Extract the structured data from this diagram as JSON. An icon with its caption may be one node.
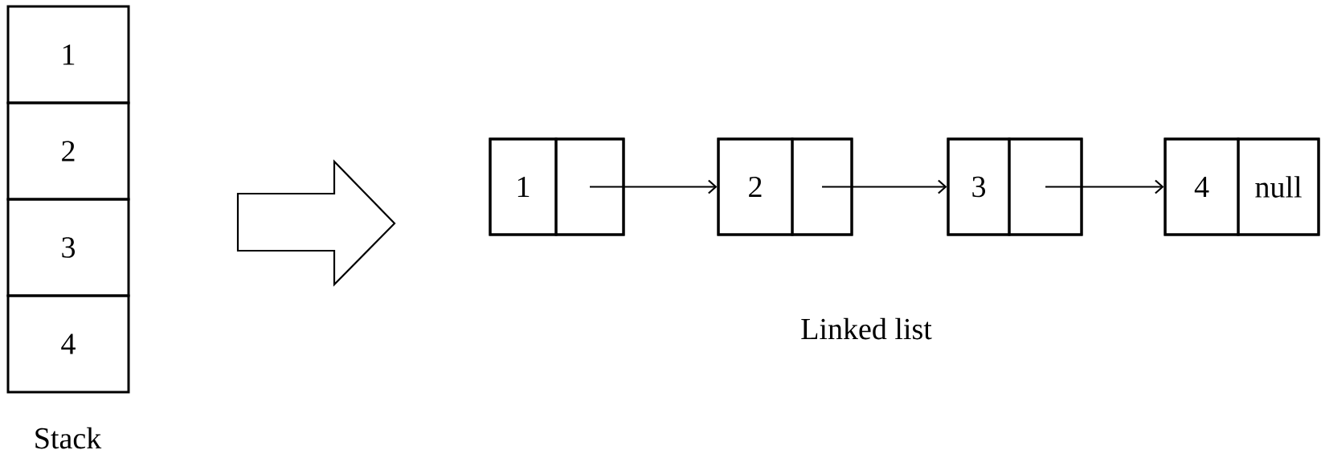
{
  "diagram": {
    "nodes": [
      {
        "text": [
          "1"
        ]
      },
      {
        "text": [
          "2"
        ]
      },
      {
        "text": [
          "3"
        ]
      },
      {
        "text": [
          "4"
        ]
      },
      {
        "text": [],
        "shape": "box"
      },
      {
        "text": [
          "1"
        ],
        "in": 4
      },
      {
        "text": [],
        "shape": "box",
        "in": 4
      },
      {
        "text": [],
        "shape": "box"
      },
      {
        "text": [
          "2"
        ],
        "in": 7
      },
      {
        "text": [],
        "shape": "box",
        "in": 7
      },
      {
        "text": [],
        "shape": "box"
      },
      {
        "text": [
          "3"
        ],
        "in": 10
      },
      {
        "text": [],
        "shape": "box",
        "in": 10
      },
      {
        "text": [],
        "shape": "box"
      },
      {
        "text": [
          "4"
        ],
        "in": 13
      },
      {
        "text": [
          "null"
        ],
        "in": 13
      }
    ],
    "edges": [
      {
        "from": 6,
        "to": 7,
        "arrow": "to"
      },
      {
        "from": 9,
        "to": 10,
        "arrow": "to"
      },
      {
        "from": 12,
        "to": 13,
        "arrow": "to"
      }
    ],
    "labels": [
      "Stack",
      "Linked list"
    ]
  }
}
